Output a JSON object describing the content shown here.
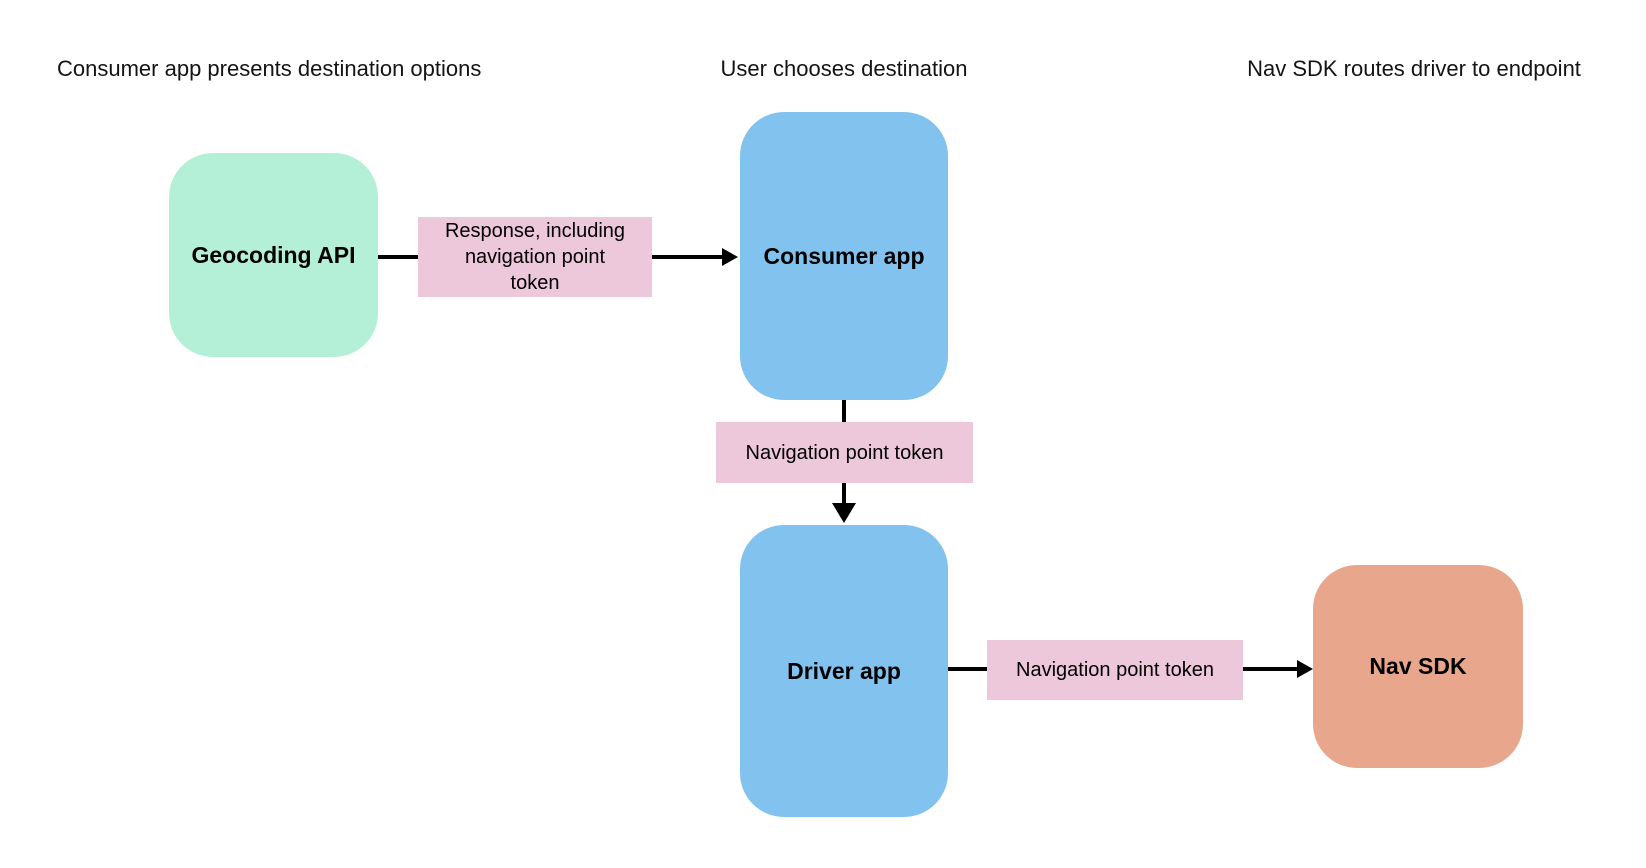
{
  "diagram": {
    "background": "#ffffff",
    "arrow_color": "#000000",
    "headers": {
      "step1": "Consumer app presents destination options",
      "step2": "User chooses destination",
      "step3": "Nav SDK routes driver to endpoint"
    },
    "nodes": {
      "geocoding_api": {
        "label": "Geocoding API",
        "color": "#b4f0d8"
      },
      "consumer_app": {
        "label": "Consumer app",
        "color": "#82c2ef"
      },
      "driver_app": {
        "label": "Driver app",
        "color": "#82c2ef"
      },
      "nav_sdk": {
        "label": "Nav SDK",
        "color": "#e8a78c"
      }
    },
    "edges": {
      "geocoding_to_consumer": {
        "label": "Response, including navigation point token",
        "color": "#edc7da",
        "from": "Geocoding API",
        "to": "Consumer app"
      },
      "consumer_to_driver": {
        "label": "Navigation point token",
        "color": "#edc7da",
        "from": "Consumer app",
        "to": "Driver app"
      },
      "driver_to_nav_sdk": {
        "label": "Navigation point token",
        "color": "#edc7da",
        "from": "Driver app",
        "to": "Nav SDK"
      }
    }
  }
}
